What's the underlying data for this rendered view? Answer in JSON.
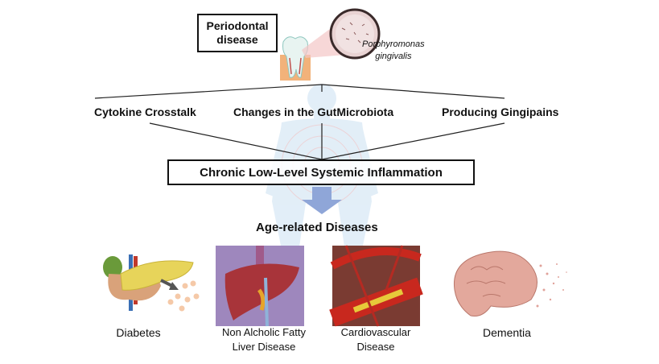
{
  "top": {
    "periodontal_line1": "Periodontal",
    "periodontal_line2": "disease",
    "bacteria_line1": "Porphyromonas",
    "bacteria_line2": "gingivalis"
  },
  "mechanisms": [
    "Cytokine Crosstalk",
    "Changes in the GutMicrobiota",
    "Producing Gingipains"
  ],
  "central": "Chronic Low-Level Systemic Inflammation",
  "outcome_title": "Age-related Diseases",
  "diseases": [
    {
      "line1": "Diabetes",
      "line2": ""
    },
    {
      "line1": "Non Alcholic Fatty",
      "line2": "Liver Disease"
    },
    {
      "line1": "Cardiovascular",
      "line2": "Disease"
    },
    {
      "line1": "Dementia",
      "line2": ""
    }
  ],
  "colors": {
    "arrow": "#8fa6d8",
    "body": "#cfe3f3",
    "line": "#222222"
  }
}
